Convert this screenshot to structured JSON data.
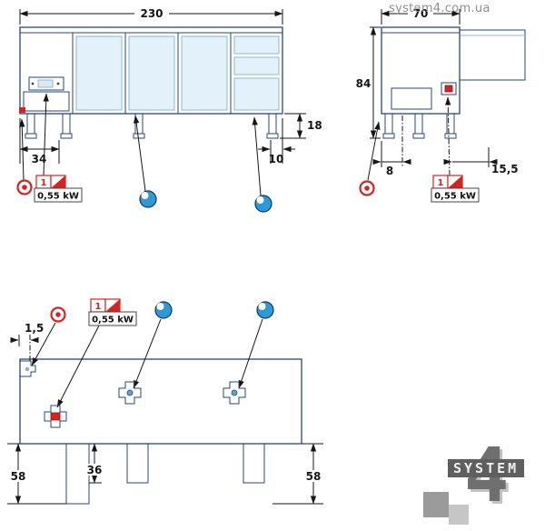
{
  "watermark": {
    "site": "system4.com.ua"
  },
  "logo": {
    "word": "SYSTEM",
    "numeral": "4"
  },
  "badge": {
    "index": "1",
    "power": "0,55 kW"
  },
  "icons": {
    "power_connection": "red-target-circle",
    "drain": "blue-sphere",
    "electrical_symbol": "diagonal-split-square"
  },
  "colors": {
    "outline": "#27477e",
    "body_fill": "#f2f9fd",
    "panel_fill": "#dcedf8",
    "accent_red": "#d42323",
    "accent_blue": "#2e9ad5"
  },
  "front_view": {
    "dims": {
      "width": "230",
      "leg_height": "18",
      "left_offset": "34",
      "right_offset": "10"
    }
  },
  "side_view": {
    "dims": {
      "depth": "70",
      "height": "84",
      "front_offset": "8",
      "back_offset": "15,5"
    }
  },
  "plan_view": {
    "dims": {
      "edge_offset": "1,5",
      "left_depth": "58",
      "leg_spacing": "36",
      "right_depth": "58"
    }
  }
}
